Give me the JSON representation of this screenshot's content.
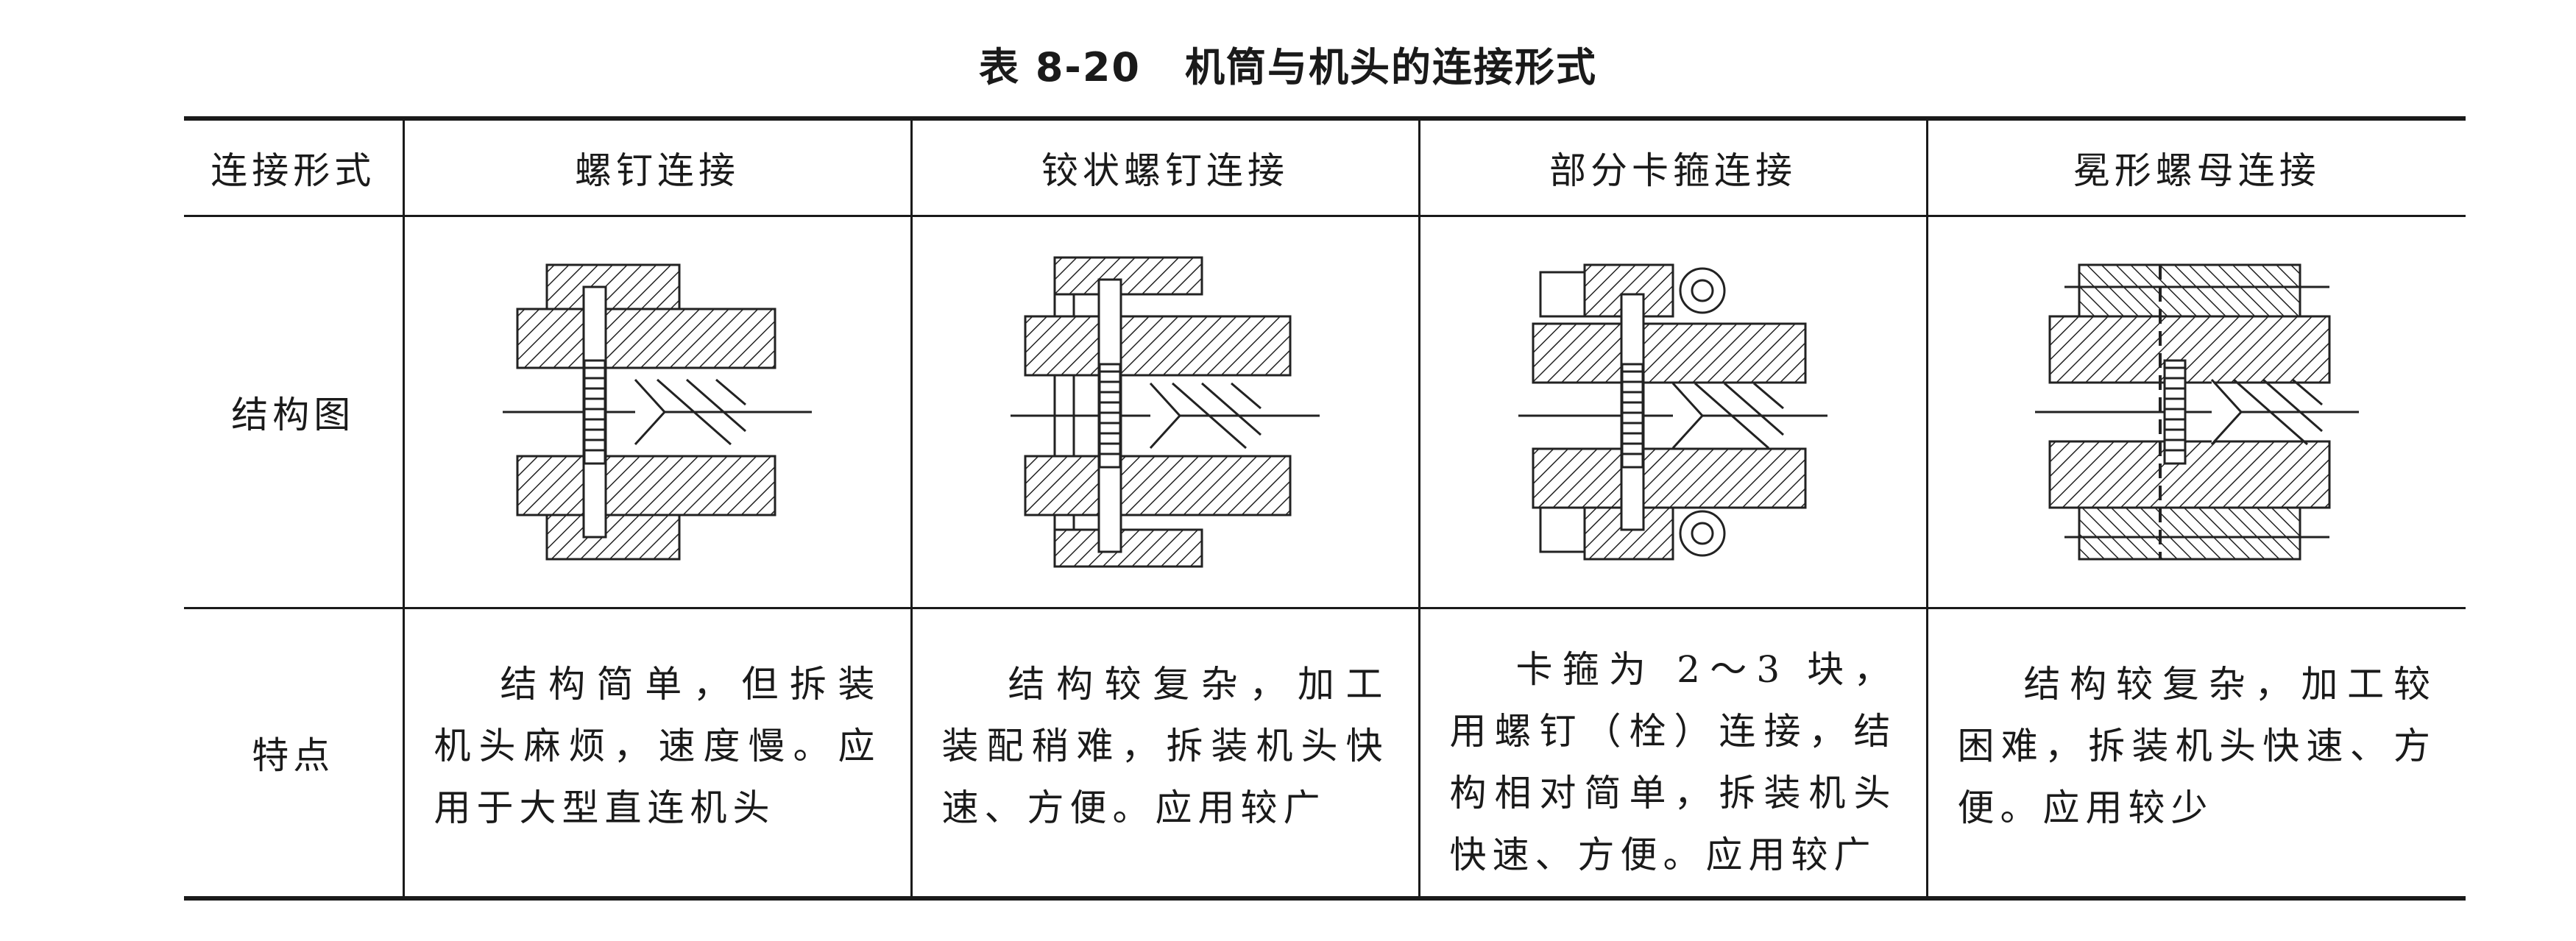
{
  "caption": {
    "number": "表 8-20",
    "title": "机筒与机头的连接形式"
  },
  "table": {
    "row_labels": {
      "header": "连接形式",
      "diagram": "结构图",
      "features": "特点"
    },
    "columns": [
      {
        "name": "螺钉连接",
        "diagram_icon": "screw-connection-diagram",
        "features": "结构简单，但拆装机头麻烦，速度慢。应用于大型直连机头"
      },
      {
        "name": "铰状螺钉连接",
        "diagram_icon": "hinged-screw-connection-diagram",
        "features": "结构较复杂，加工装配稍难，拆装机头快速、方便。应用较广"
      },
      {
        "name": "部分卡箍连接",
        "diagram_icon": "partial-clamp-connection-diagram",
        "features": "卡箍为 2～3 块，用螺钉（栓）连接，结构相对简单，拆装机头快速、方便。应用较广"
      },
      {
        "name": "冕形螺母连接",
        "diagram_icon": "crown-nut-connection-diagram",
        "features": "结构较复杂，加工较困难，拆装机头快速、方便。应用较少"
      }
    ]
  }
}
